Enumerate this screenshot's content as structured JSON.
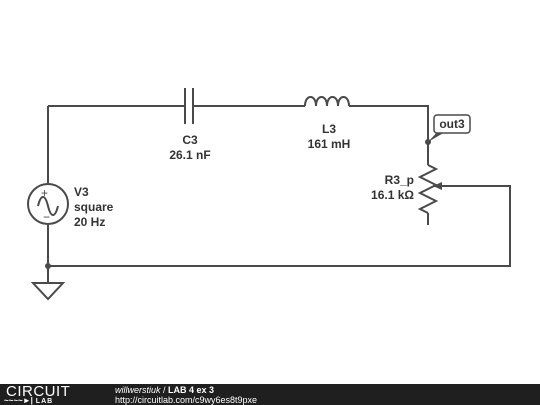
{
  "colors": {
    "wire": "#4a4a4a",
    "label": "#333333",
    "footer_bg": "#1f1f1f"
  },
  "components": {
    "source": {
      "name": "V3",
      "type": "square",
      "freq": "20 Hz"
    },
    "capacitor": {
      "name": "C3",
      "value": "26.1 nF"
    },
    "inductor": {
      "name": "L3",
      "value": "161 mH"
    },
    "resistor": {
      "name": "R3_p",
      "value": "16.1 kΩ"
    },
    "probe": {
      "label": "out3"
    }
  },
  "footer": {
    "logo_word": "CIRCUIT",
    "logo_sub": "LAB",
    "author": "willwerstiuk",
    "separator": " / ",
    "title": "LAB 4 ex 3",
    "url": "http://circuitlab.com/c9wy6es8t9pxe"
  }
}
